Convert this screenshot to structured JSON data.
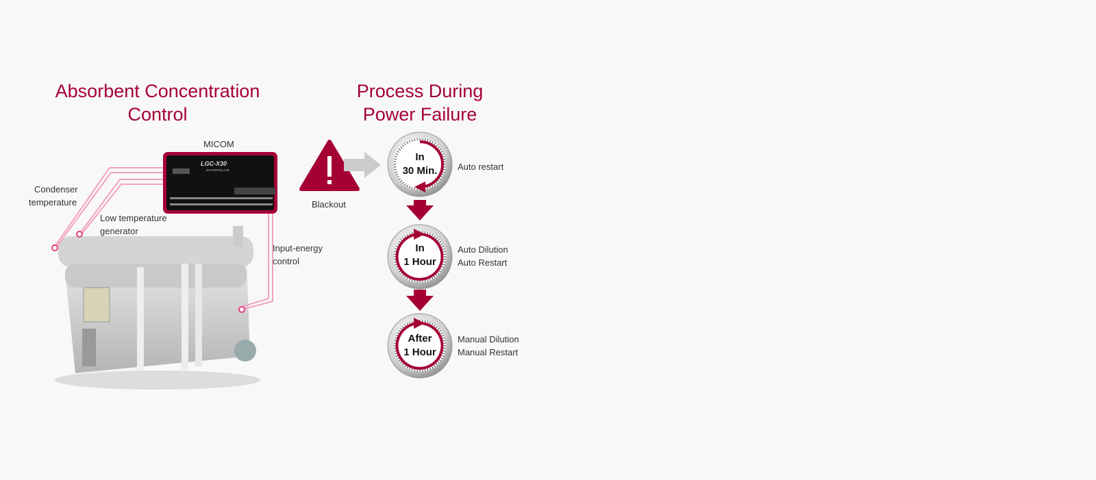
{
  "left_section": {
    "title_line1": "Absorbent Concentration",
    "title_line2": "Control",
    "micom_label": "MICOM",
    "panel_logo": "LGC-X30",
    "panel_sub": "MASTER/SLAVE",
    "sensors": [
      {
        "label_line1": "Condenser",
        "label_line2": "temperature"
      },
      {
        "label_line1": "Low temperature",
        "label_line2": "generator"
      },
      {
        "label_line1": "Input-energy",
        "label_line2": "control"
      }
    ]
  },
  "right_section": {
    "title_line1": "Process During",
    "title_line2": "Power Failure",
    "blackout_label": "Blackout",
    "steps": [
      {
        "clock_line1": "In",
        "clock_line2": "30 Min.",
        "desc_line1": "Auto restart",
        "desc_line2": ""
      },
      {
        "clock_line1": "In",
        "clock_line2": "1 Hour",
        "desc_line1": "Auto Dilution",
        "desc_line2": "Auto Restart"
      },
      {
        "clock_line1": "After",
        "clock_line2": "1 Hour",
        "desc_line1": "Manual Dilution",
        "desc_line2": "Manual Restart"
      }
    ]
  },
  "colors": {
    "accent": "#a50034",
    "background": "#f8f8f8",
    "arrow_gray": "#cccccc"
  }
}
